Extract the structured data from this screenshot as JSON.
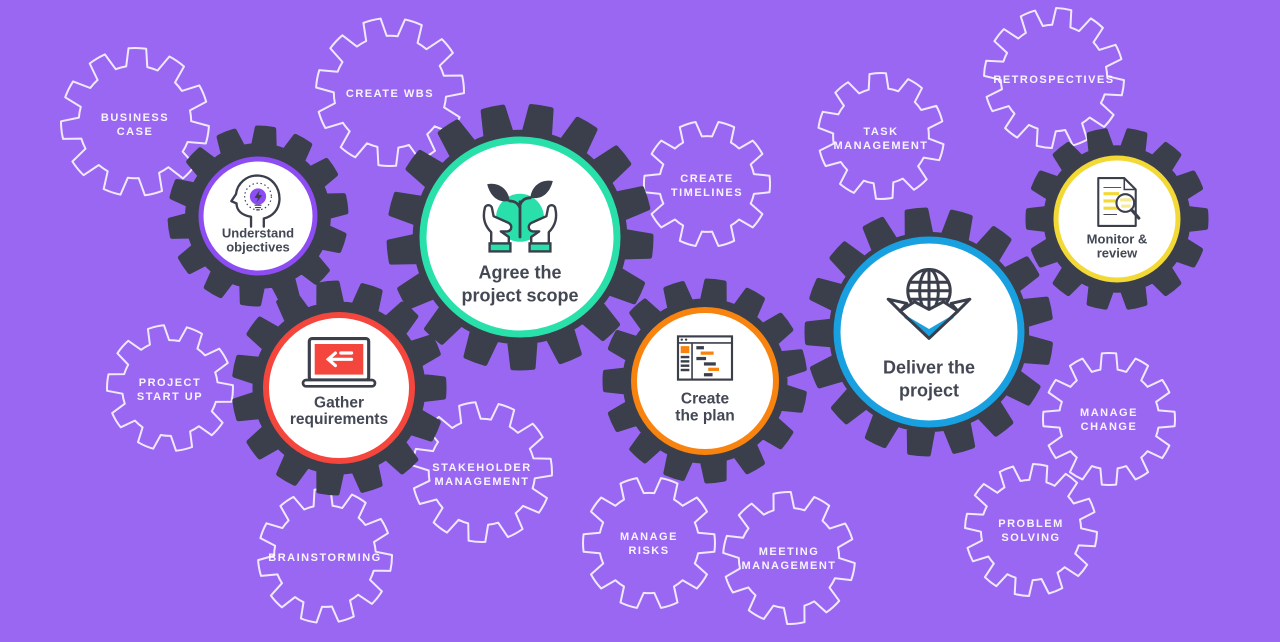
{
  "colors": {
    "background": "#9a67f3",
    "gear_body": "#3a3f4b",
    "outline_stroke": "#ffffff",
    "solid_label": "#434854",
    "outline_label": "#ffffff"
  },
  "solid_gears": [
    {
      "id": "understand-objectives",
      "lines": [
        "Understand",
        "objectives"
      ],
      "ring_color": "#8d4df2",
      "icon": "head-lightbulb-icon"
    },
    {
      "id": "agree-project-scope",
      "lines": [
        "Agree the",
        "project scope"
      ],
      "ring_color": "#29e0aa",
      "icon": "hands-plant-icon"
    },
    {
      "id": "gather-requirements",
      "lines": [
        "Gather",
        "requirements"
      ],
      "ring_color": "#f5463d",
      "icon": "laptop-icon"
    },
    {
      "id": "create-the-plan",
      "lines": [
        "Create",
        "the plan"
      ],
      "ring_color": "#f8830f",
      "icon": "gantt-chart-icon"
    },
    {
      "id": "deliver-the-project",
      "lines": [
        "Deliver the",
        "project"
      ],
      "ring_color": "#18a0e0",
      "icon": "globe-box-icon"
    },
    {
      "id": "monitor-review",
      "lines": [
        "Monitor &",
        "review"
      ],
      "ring_color": "#f2d935",
      "icon": "document-magnifier-icon"
    }
  ],
  "outline_gears": [
    {
      "id": "business-case",
      "lines": [
        "BUSINESS",
        "CASE"
      ]
    },
    {
      "id": "create-wbs",
      "lines": [
        "CREATE WBS"
      ]
    },
    {
      "id": "create-timelines",
      "lines": [
        "CREATE",
        "TIMELINES"
      ]
    },
    {
      "id": "task-management",
      "lines": [
        "TASK",
        "MANAGEMENT"
      ]
    },
    {
      "id": "retrospectives",
      "lines": [
        "RETROSPECTIVES"
      ]
    },
    {
      "id": "project-start-up",
      "lines": [
        "PROJECT",
        "START UP"
      ]
    },
    {
      "id": "stakeholder-management",
      "lines": [
        "STAKEHOLDER",
        "MANAGEMENT"
      ]
    },
    {
      "id": "brainstorming",
      "lines": [
        "BRAINSTORMING"
      ]
    },
    {
      "id": "manage-risks",
      "lines": [
        "MANAGE",
        "RISKS"
      ]
    },
    {
      "id": "meeting-management",
      "lines": [
        "MEETING",
        "MANAGEMENT"
      ]
    },
    {
      "id": "manage-change",
      "lines": [
        "MANAGE",
        "CHANGE"
      ]
    },
    {
      "id": "problem-solving",
      "lines": [
        "PROBLEM",
        "SOLVING"
      ]
    }
  ]
}
